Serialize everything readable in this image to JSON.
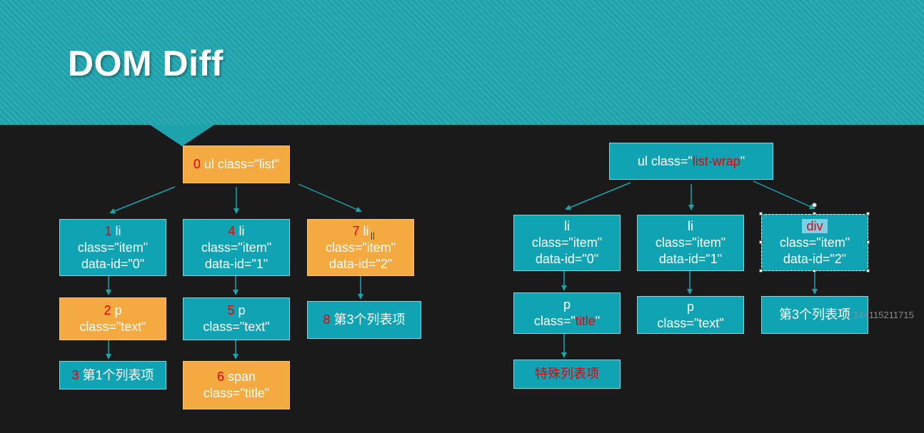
{
  "slide": {
    "title": "DOM Diff",
    "side_number": "144115211715"
  },
  "left_tree": {
    "n0": {
      "num": "0",
      "label": "ul class=\"list\""
    },
    "n1": {
      "num": "1",
      "tag": "li",
      "cls": "class=\"item\"",
      "data": "data-id=\"0\""
    },
    "n4": {
      "num": "4",
      "tag": "li",
      "cls": "class=\"item\"",
      "data": "data-id=\"1\""
    },
    "n7": {
      "num": "7",
      "tag": "li",
      "cls": "class=\"item\"",
      "data": "data-id=\"2\""
    },
    "n2": {
      "num": "2",
      "tag": "p",
      "cls": "class=\"text\""
    },
    "n5": {
      "num": "5",
      "tag": "p",
      "cls": "class=\"text\""
    },
    "n8": {
      "num": "8",
      "text": "第3个列表项"
    },
    "n3": {
      "num": "3",
      "text": "第1个列表项"
    },
    "n6": {
      "num": "6",
      "tag": "span",
      "cls": "class=\"title\""
    }
  },
  "right_tree": {
    "root": {
      "prefix": "ul class=\"",
      "value": "list-wrap",
      "suffix": "\""
    },
    "li0": {
      "tag": "li",
      "cls": "class=\"item\"",
      "data": "data-id=\"0\""
    },
    "li1": {
      "tag": "li",
      "cls": "class=\"item\"",
      "data": "data-id=\"1\""
    },
    "div2": {
      "tag": "div",
      "cls": "class=\"item\"",
      "data": "data-id=\"2\""
    },
    "p0": {
      "tag": "p",
      "prefix": "class=\"",
      "value": "title",
      "suffix": "\""
    },
    "p1": {
      "tag": "p",
      "cls": "class=\"text\""
    },
    "t2": {
      "text": "第3个列表项"
    },
    "t0": {
      "text": "特殊列表项"
    }
  }
}
